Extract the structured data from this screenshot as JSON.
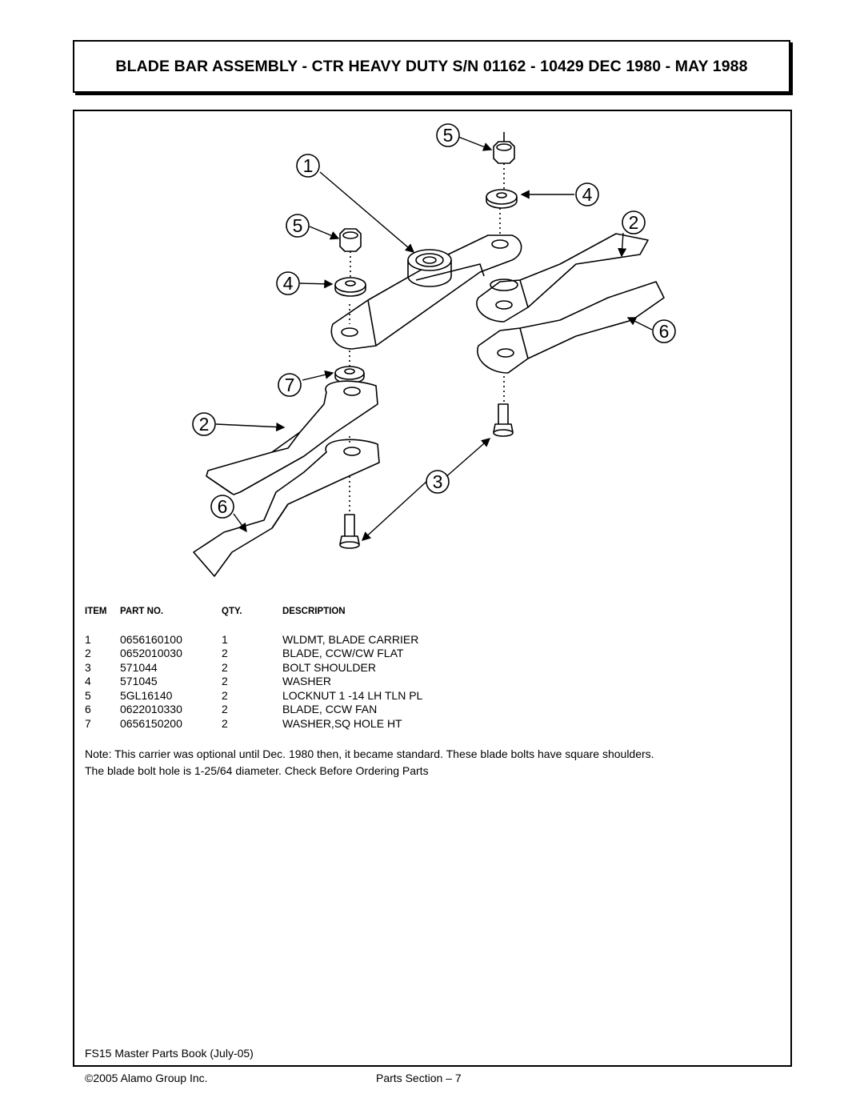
{
  "header": {
    "title": "BLADE BAR ASSEMBLY - CTR HEAVY DUTY S/N 01162 - 10429 DEC 1980 - MAY 1988"
  },
  "diagram": {
    "callouts": [
      "5",
      "1",
      "4",
      "5",
      "2",
      "4",
      "6",
      "7",
      "2",
      "3",
      "6"
    ]
  },
  "parts_table": {
    "headers": {
      "item": "ITEM",
      "part_no": "PART NO.",
      "qty": "QTY.",
      "description": "DESCRIPTION"
    },
    "rows": [
      {
        "item": "1",
        "part_no": "0656160100",
        "qty": "1",
        "description": "WLDMT, BLADE CARRIER"
      },
      {
        "item": "2",
        "part_no": "0652010030",
        "qty": "2",
        "description": "BLADE, CCW/CW FLAT"
      },
      {
        "item": "3",
        "part_no": "571044",
        "qty": "2",
        "description": "BOLT SHOULDER"
      },
      {
        "item": "4",
        "part_no": "571045",
        "qty": "2",
        "description": "WASHER"
      },
      {
        "item": "5",
        "part_no": "5GL16140",
        "qty": "2",
        "description": "LOCKNUT 1 -14 LH TLN PL"
      },
      {
        "item": "6",
        "part_no": "0622010330",
        "qty": "2",
        "description": "BLADE, CCW FAN"
      },
      {
        "item": "7",
        "part_no": "0656150200",
        "qty": "2",
        "description": "WASHER,SQ HOLE HT"
      }
    ]
  },
  "note": {
    "line1": "Note: This carrier was optional until Dec. 1980 then, it became standard. These blade bolts have square shoulders.",
    "line2": "The blade bolt hole is 1-25/64 diameter. Check Before Ordering Parts"
  },
  "footer": {
    "book": "FS15 Master Parts Book (July-05)",
    "copyright": "©2005 Alamo Group Inc.",
    "section": "Parts Section – 7"
  }
}
